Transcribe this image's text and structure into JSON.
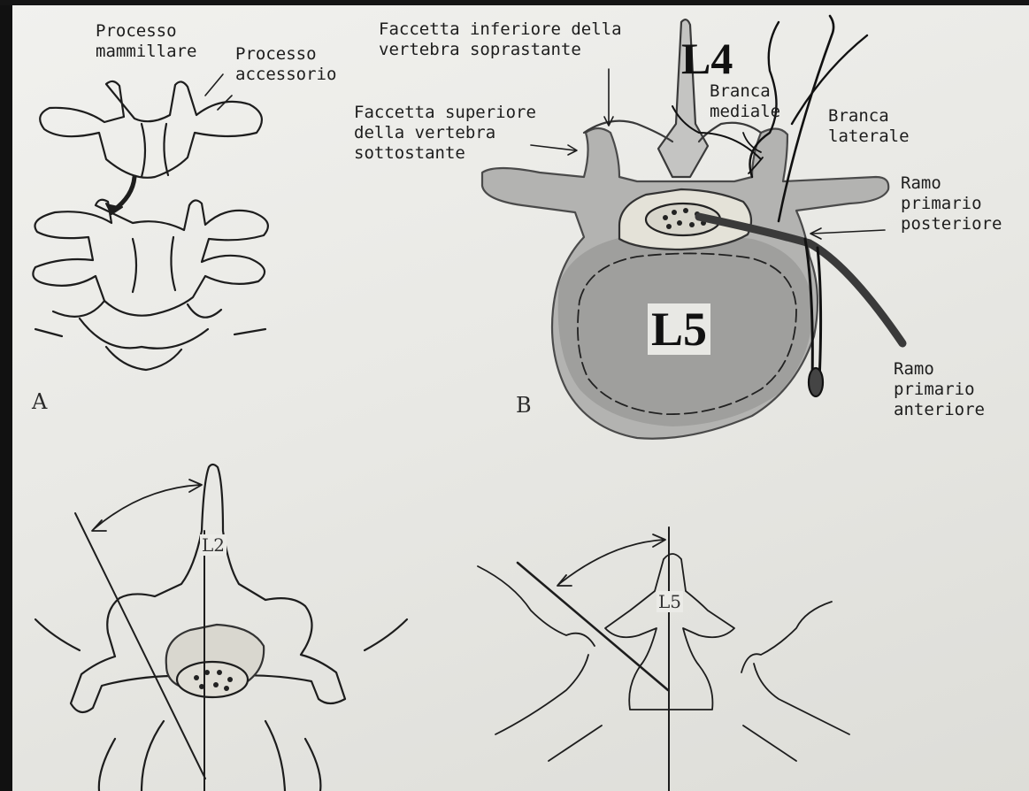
{
  "panel_a": {
    "letter": "A",
    "label_mammillary": "Processo\nmammillare",
    "label_accessory": "Processo\naccessorio"
  },
  "panel_b": {
    "letter": "B",
    "label_inferior_facet": "Faccetta inferiore della\nvertebra soprastante",
    "label_superior_facet": "Faccetta superiore\ndella vertebra\nsottostante",
    "label_medial_branch": "Branca\nmediale",
    "label_lateral_branch": "Branca\nlaterale",
    "label_posterior_ramus": "Ramo\nprimario\nposteriore",
    "label_anterior_ramus": "Ramo\nprimario\nanteriore",
    "vertebra_upper": "L4",
    "vertebra_lower": "L5"
  },
  "panel_c": {
    "vertebra": "L2"
  },
  "panel_d": {
    "vertebra": "L5"
  },
  "colors": {
    "paper": "#ecece8",
    "bone_fill": "#b3b3b1",
    "line": "#1d1d1d"
  }
}
